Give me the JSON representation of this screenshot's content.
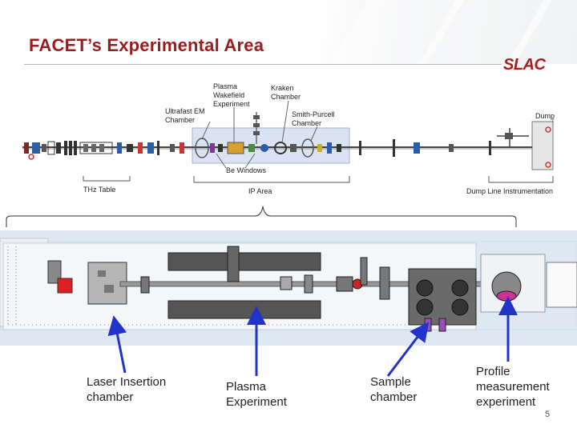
{
  "slide": {
    "title": "FACET’s Experimental Area",
    "logo_text": "SLAC",
    "page_number": "5"
  },
  "layout_labels": {
    "plasma": "Plasma\nWakefield\nExperiment",
    "kraken": "Kraken\nChamber",
    "ultrafast": "Ultrafast EM\nChamber",
    "smith_purcell": "Smith-Purcell\nChamber",
    "dump": "Dump",
    "be_windows": "Be Windows",
    "thz_table": "THz Table",
    "ip_area": "IP Area",
    "dump_line": "Dump Line Instrumentation"
  },
  "photo_labels": {
    "laser": "Laser Insertion\nchamber",
    "plasma_exp": "Plasma\nExperiment",
    "sample": "Sample\nchamber",
    "profile": "Profile\nmeasurement\nexperiment"
  },
  "colors": {
    "title": "#9b1c1c",
    "logo": "#a31f1f",
    "arrow": "#2233cc",
    "ip_box": "#d9e3f1"
  }
}
